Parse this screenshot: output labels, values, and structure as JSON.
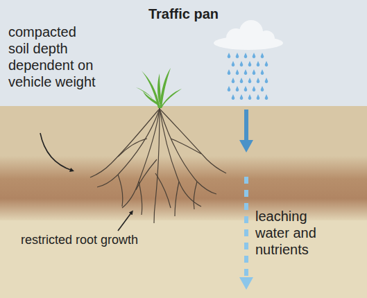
{
  "diagram": {
    "title": "Traffic pan",
    "labels": [
      "compacted soil depth dependent on vehicle weight",
      "restricted root growth",
      "leaching water and nutrients"
    ]
  }
}
